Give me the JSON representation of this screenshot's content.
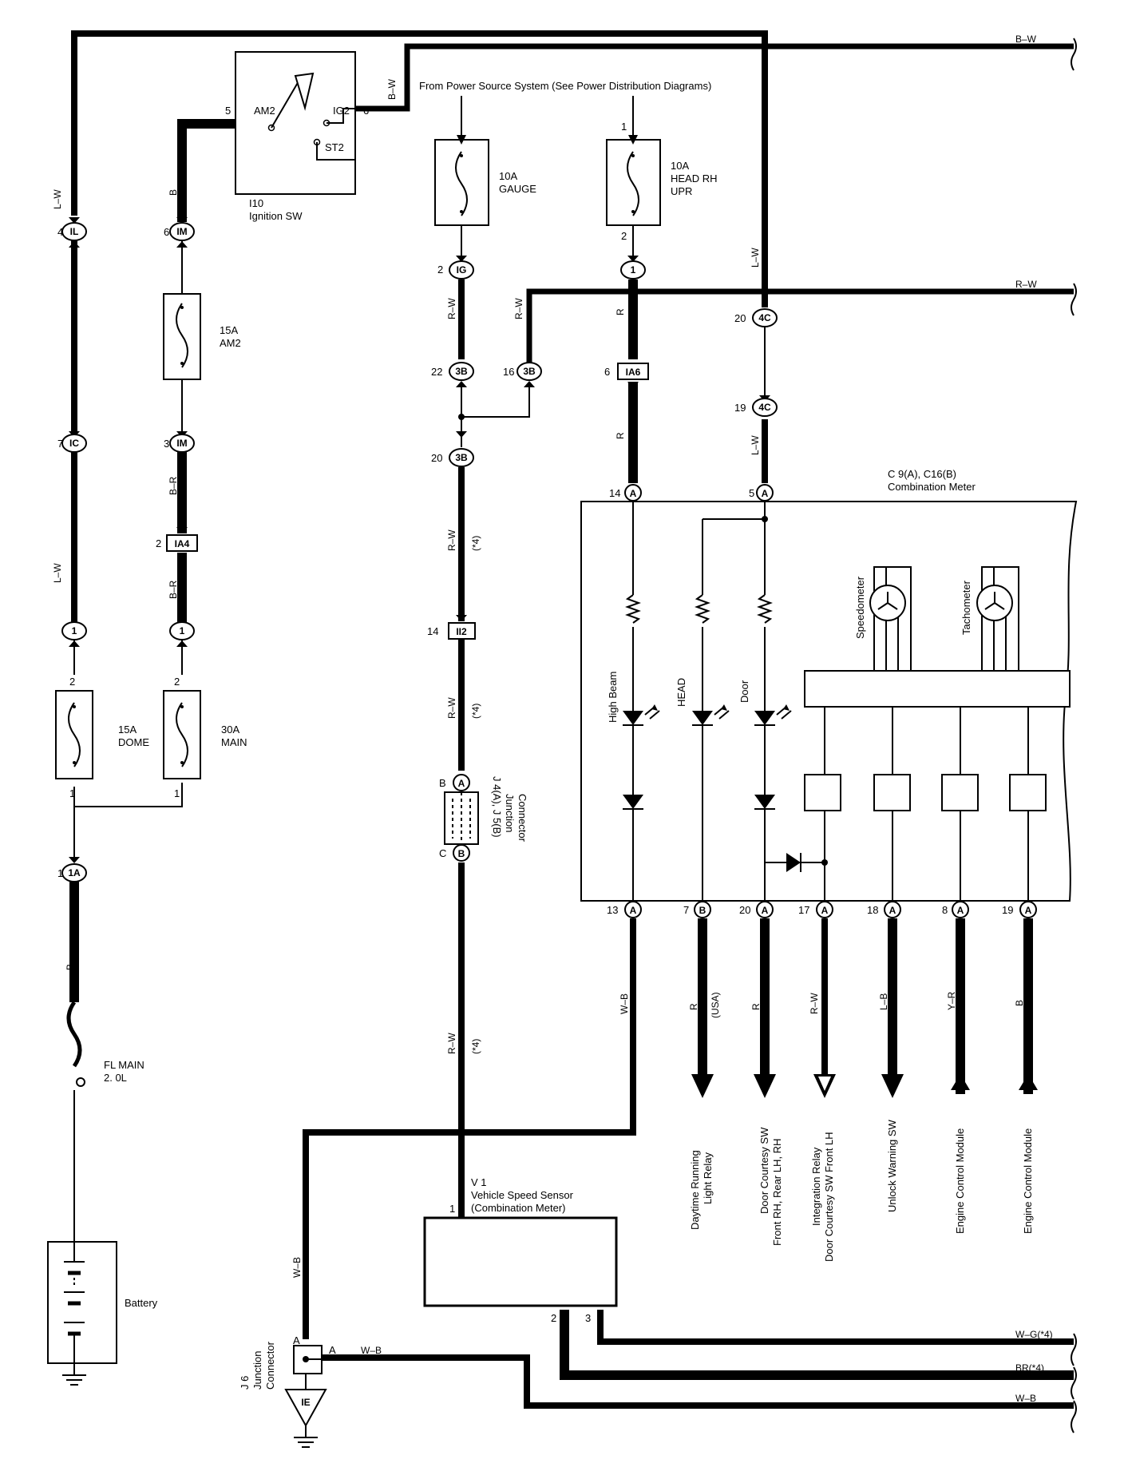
{
  "labels": {
    "power_source": "From Power Source System (See Power Distribution Diagrams)",
    "ign_ref": "I10",
    "ign_name": "Ignition SW",
    "ign_am2": "AM2",
    "ign_ig2": "IG2",
    "ign_st2": "ST2",
    "ign_pin5": "5",
    "ign_pin6": "6",
    "fuse_am2_a": "15A",
    "fuse_am2_b": "AM2",
    "fuse_gauge_a": "10A",
    "fuse_gauge_b": "GAUGE",
    "fuse_head_a": "10A",
    "fuse_head_b": "HEAD RH",
    "fuse_head_c": "UPR",
    "fuse_dome_a": "15A",
    "fuse_dome_b": "DOME",
    "fuse_main_a": "30A",
    "fuse_main_b": "MAIN",
    "fl_main_a": "FL MAIN",
    "fl_main_b": "2. 0L",
    "battery": "Battery",
    "meter_ref": "C 9(A), C16(B)",
    "meter_name": "Combination Meter",
    "high_beam": "High Beam",
    "head": "HEAD",
    "door": "Door",
    "speedometer": "Speedometer",
    "tachometer": "Tachometer",
    "vss_ref": "V 1",
    "vss_name": "Vehicle Speed Sensor",
    "vss_sub": "(Combination Meter)",
    "j4_a": "J 4(A), J 5(B)",
    "j4_b": "Junction",
    "j4_c": "Connector",
    "j6_a": "J 6",
    "j6_b": "Junction",
    "j6_c": "Connector",
    "ie": "IE",
    "dest_drl_1": "Daytime Running",
    "dest_drl_2": "Light Relay",
    "dest_door_1": "Door Courtesy SW",
    "dest_door_2": "Front RH,  Rear LH,  RH",
    "dest_int_1": "Integration Relay",
    "dest_int_2": "Door Courtesy SW Front LH",
    "dest_unlock": "Unlock Warning SW",
    "dest_ecm1": "Engine Control Module",
    "dest_ecm2": "Engine Control Module"
  },
  "wires": {
    "b_w_top": "B–W",
    "r_w_right": "R–W",
    "l_w_1": "L–W",
    "b_1": "B",
    "b_w_ign": "B–W",
    "r_w_1": "R–W",
    "r_w_2": "R–W",
    "r_1": "R",
    "r_2": "R",
    "l_w_2": "L–W",
    "l_w_3": "L–W",
    "b_r_1": "B–R",
    "b_r_2": "B–R",
    "l_w_4": "L–W",
    "r_w_3": "R–W",
    "r_w_4": "R–W",
    "r_w_5": "R–W",
    "star4": "(*4)",
    "b_2": "B",
    "w_b_1": "W–B",
    "w_b_2": "W–B",
    "w_b_3": "W–B",
    "w_b_4": "W–B",
    "w_g_4": "W–G(*4)",
    "br_4": "BR(*4)",
    "out_r1": "R",
    "out_usa": "(USA)",
    "out_r2": "R",
    "out_rw": "R–W",
    "out_lb": "L–B",
    "out_yr": "Y–R",
    "out_b": "B"
  },
  "connectors": {
    "il": "IL",
    "im": "IM",
    "ic": "IC",
    "ia4": "IA4",
    "one": "1",
    "one_a": "1A",
    "ig": "IG",
    "three_b": "3B",
    "ii2": "II2",
    "a": "A",
    "b": "B",
    "ia6": "IA6",
    "four_c": "4C"
  },
  "pins": {
    "p4": "4",
    "p6": "6",
    "p7": "7",
    "p3": "3",
    "p2": "2",
    "p1": "1",
    "p22": "22",
    "p16": "16",
    "p20": "20",
    "p14": "14",
    "p19": "19",
    "p5": "5",
    "p13": "13",
    "p17": "17",
    "p18": "18",
    "p8": "8",
    "pB": "B",
    "pC": "C",
    "pA": "A"
  }
}
